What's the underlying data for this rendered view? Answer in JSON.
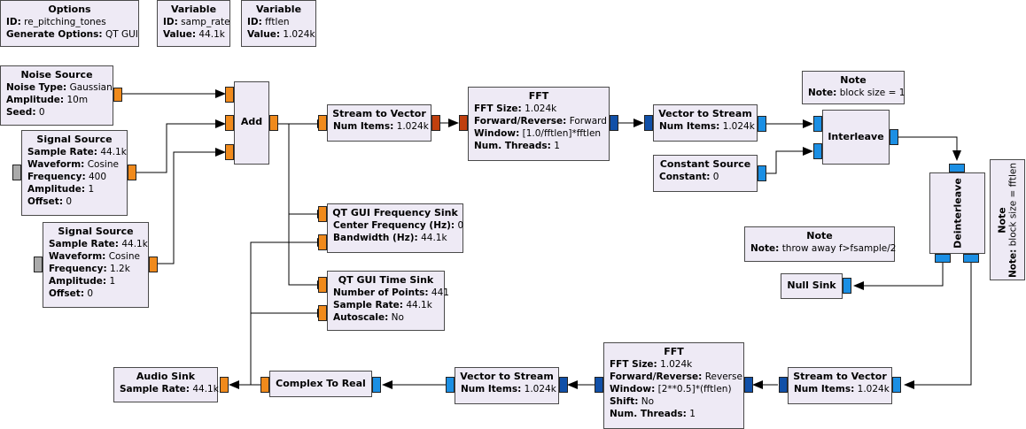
{
  "blocks": {
    "options": {
      "title": "Options",
      "id_label": "ID:",
      "id_value": "re_pitching_tones",
      "gen_label": "Generate Options:",
      "gen_value": "QT GUI"
    },
    "var_samp": {
      "title": "Variable",
      "id_label": "ID:",
      "id_value": "samp_rate",
      "val_label": "Value:",
      "val_value": "44.1k"
    },
    "var_fft": {
      "title": "Variable",
      "id_label": "ID:",
      "id_value": "fftlen",
      "val_label": "Value:",
      "val_value": "1.024k"
    },
    "noise": {
      "title": "Noise Source",
      "p1_label": "Noise Type:",
      "p1_value": "Gaussian",
      "p2_label": "Amplitude:",
      "p2_value": "10m",
      "p3_label": "Seed:",
      "p3_value": "0"
    },
    "sig1": {
      "title": "Signal Source",
      "p1_label": "Sample Rate:",
      "p1_value": "44.1k",
      "p2_label": "Waveform:",
      "p2_value": "Cosine",
      "p3_label": "Frequency:",
      "p3_value": "400",
      "p4_label": "Amplitude:",
      "p4_value": "1",
      "p5_label": "Offset:",
      "p5_value": "0"
    },
    "sig2": {
      "title": "Signal Source",
      "p1_label": "Sample Rate:",
      "p1_value": "44.1k",
      "p2_label": "Waveform:",
      "p2_value": "Cosine",
      "p3_label": "Frequency:",
      "p3_value": "1.2k",
      "p4_label": "Amplitude:",
      "p4_value": "1",
      "p5_label": "Offset:",
      "p5_value": "0"
    },
    "add": {
      "title": "Add"
    },
    "s2v1": {
      "title": "Stream to Vector",
      "p1_label": "Num Items:",
      "p1_value": "1.024k"
    },
    "fft1": {
      "title": "FFT",
      "p1_label": "FFT Size:",
      "p1_value": "1.024k",
      "p2_label": "Forward/Reverse:",
      "p2_value": "Forward",
      "p3_label": "Window:",
      "p3_value": "[1.0/fftlen]*fftlen",
      "p4_label": "Num. Threads:",
      "p4_value": "1"
    },
    "v2s1": {
      "title": "Vector to Stream",
      "p1_label": "Num Items:",
      "p1_value": "1.024k"
    },
    "const": {
      "title": "Constant Source",
      "p1_label": "Constant:",
      "p1_value": "0"
    },
    "interleave": {
      "title": "Interleave"
    },
    "note_block": {
      "title": "Note",
      "p1_label": "Note:",
      "p1_value": "block size = 1"
    },
    "deinterleave": {
      "title": "Deinterleave"
    },
    "note_vert": {
      "title": "Note",
      "p1_label": "Note:",
      "p1_value": "block size = fftlen"
    },
    "freq_sink": {
      "title": "QT GUI Frequency Sink",
      "p1_label": "Center Frequency (Hz):",
      "p1_value": "0",
      "p2_label": "Bandwidth (Hz):",
      "p2_value": "44.1k"
    },
    "time_sink": {
      "title": "QT GUI Time Sink",
      "p1_label": "Number of Points:",
      "p1_value": "441",
      "p2_label": "Sample Rate:",
      "p2_value": "44.1k",
      "p3_label": "Autoscale:",
      "p3_value": "No"
    },
    "note_throw": {
      "title": "Note",
      "p1_label": "Note:",
      "p1_value": "throw away f>fsample/2"
    },
    "null_sink": {
      "title": "Null Sink"
    },
    "audio": {
      "title": "Audio Sink",
      "p1_label": "Sample Rate:",
      "p1_value": "44.1k"
    },
    "c2r": {
      "title": "Complex To Real"
    },
    "v2s2": {
      "title": "Vector to Stream",
      "p1_label": "Num Items:",
      "p1_value": "1.024k"
    },
    "fft2": {
      "title": "FFT",
      "p1_label": "FFT Size:",
      "p1_value": "1.024k",
      "p2_label": "Forward/Reverse:",
      "p2_value": "Reverse",
      "p3_label": "Window:",
      "p3_value": "[2**0.5]*(fftlen)",
      "p4_label": "Shift:",
      "p4_value": "No",
      "p5_label": "Num. Threads:",
      "p5_value": "1"
    },
    "s2v2": {
      "title": "Stream to Vector",
      "p1_label": "Num Items:",
      "p1_value": "1.024k"
    }
  },
  "colors": {
    "float_port": "#f08a1c",
    "complex_port": "#1b8fe4",
    "float_vector_port": "#c0400e",
    "complex_vector_port": "#1150a8",
    "block_fill": "#eeeaf5"
  }
}
